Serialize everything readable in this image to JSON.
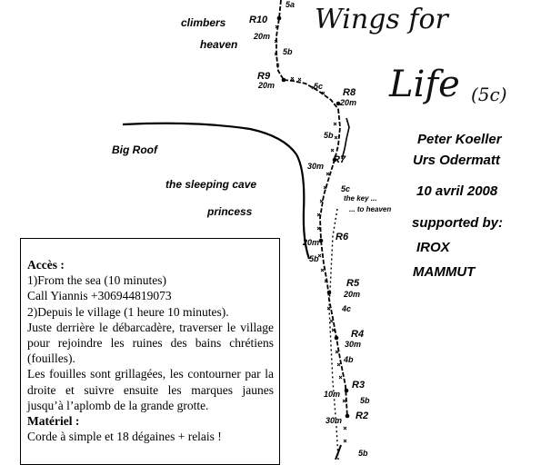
{
  "title": {
    "word1": "Wings for",
    "word2": "Life",
    "grade": "(5c)"
  },
  "credits": {
    "author1": "Peter Koeller",
    "author2": "Urs Odermatt",
    "date": "10 avril 2008",
    "supported_by": "supported by:",
    "sponsor1": "IROX",
    "sponsor2": "MAMMUT"
  },
  "features": {
    "climbers": "climbers",
    "heaven": "heaven",
    "big_roof": "Big Roof",
    "sleeping_cave": "the sleeping cave",
    "princess": "princess",
    "key1": "the key ...",
    "key2": "... to heaven"
  },
  "relays": {
    "r10": "R10",
    "r9": "R9",
    "r8": "R8",
    "r7": "R7",
    "r6": "R6",
    "r5": "R5",
    "r4": "R4",
    "r3": "R3",
    "r2": "R2"
  },
  "lengths": {
    "r10": "20m",
    "r9": "20m",
    "r8": "20m",
    "r7": "30m",
    "r6": "20m",
    "r5": "20m",
    "r4": "30m",
    "r3": "10m",
    "r2": "30m"
  },
  "grades": {
    "top": "5a",
    "p10": "5b",
    "p9": "5c",
    "p8": "5b",
    "p7": "5c",
    "p6": "5b",
    "p5": "4c",
    "p4": "4b",
    "p3": "5b",
    "p2": "5b"
  },
  "access": {
    "heading": "Accès :",
    "line1": "1)From the sea (10 minutes)",
    "line2": "Call Yiannis +306944819073",
    "line3": "2)Depuis le village (1 heure 10 minutes).",
    "para1": "Juste derrière le débarcadère, traverser le village pour rejoindre les ruines des bains chrétiens (fouilles).",
    "para2": "Les fouilles sont grillagées, les contourner par la droite et suivre ensuite les marques jaunes jusqu’à l’aplomb de la grande grotte.",
    "material_heading": "Matériel :",
    "material": "Corde à simple et 18 dégaines + relais !"
  }
}
